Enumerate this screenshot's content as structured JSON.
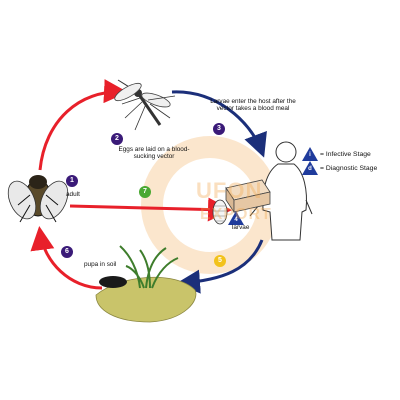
{
  "steps": [
    {
      "number": "1",
      "label": "adult"
    },
    {
      "number": "2",
      "label": "Eggs are laid on a blood-sucking vector"
    },
    {
      "number": "3",
      "label": "Larvae enter the host after the vector takes a blood meal"
    },
    {
      "number": "4",
      "label": "larvae"
    },
    {
      "number": "5",
      "label": ""
    },
    {
      "number": "6",
      "label": "pupa in soil"
    },
    {
      "number": "7",
      "label": ""
    }
  ],
  "legend": [
    {
      "symbol": "i",
      "text": "= Infective Stage"
    },
    {
      "symbol": "d",
      "text": "= Diagnostic Stage"
    }
  ],
  "watermark": {
    "line1": "UFON",
    "line2": "EXPORT"
  },
  "colors": {
    "arrow_red": "#e8202a",
    "arrow_navy": "#1b2f7a",
    "step_purple": "#3a1a78",
    "step_green": "#4aa832",
    "step_yellow": "#f2c21b",
    "legend_blue": "#1f3b9c",
    "watermark": "#f2a64a",
    "soil": "#c9c46a"
  }
}
